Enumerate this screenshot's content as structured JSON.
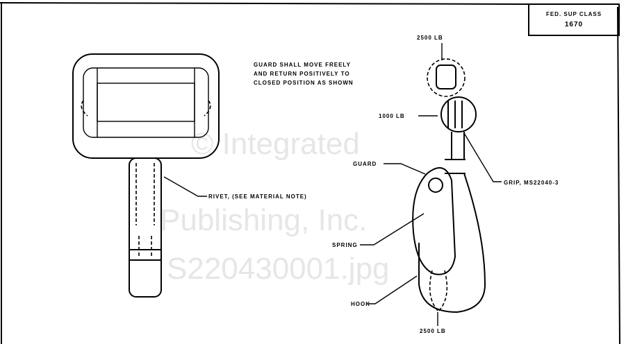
{
  "title_block": {
    "line1": "FED. SUP CLASS",
    "line2": "1670"
  },
  "note": [
    "GUARD SHALL MOVE FREELY",
    "AND RETURN POSITIVELY TO",
    "CLOSED POSITION AS SHOWN"
  ],
  "loads": {
    "top": "2500 LB",
    "side": "1000 LB",
    "bottom": "2500 LB"
  },
  "callouts": {
    "rivet": "RIVET, (SEE MATERIAL NOTE)",
    "guard": "GUARD",
    "grip": "GRIP, MS22040-3",
    "spring": "SPRING",
    "hook": "HOOK"
  },
  "watermark": [
    "© Integrated",
    "Publishing, Inc.",
    "S220430001.jpg"
  ]
}
